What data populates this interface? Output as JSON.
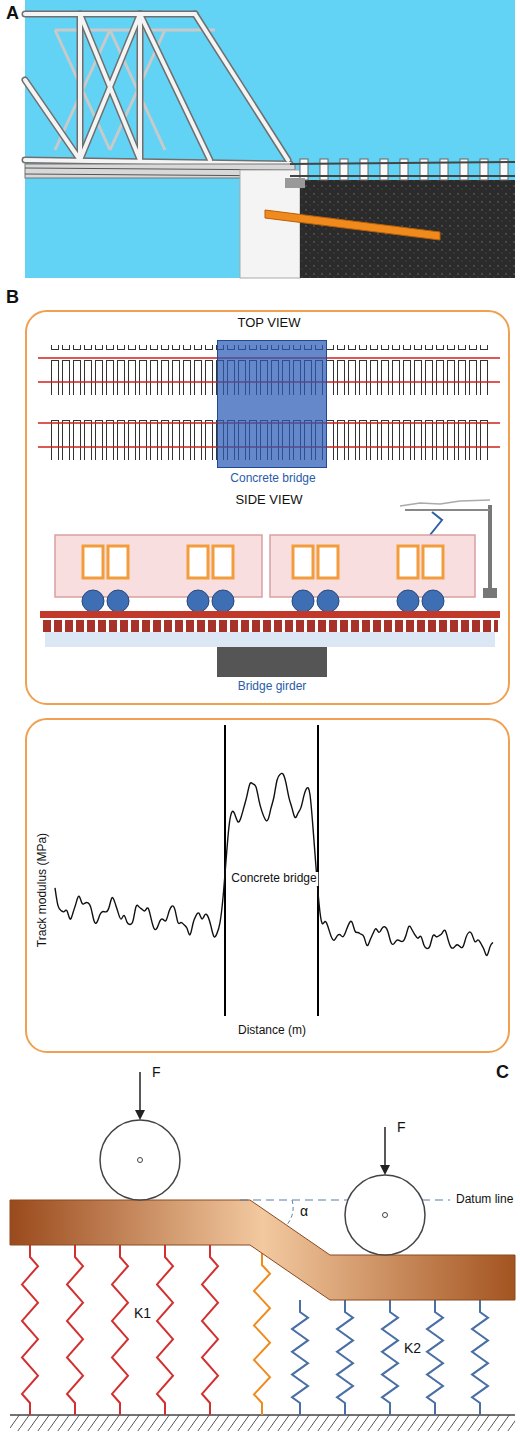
{
  "diagram": {
    "nodes": [
      {
        "text": [
          "TOP VIEW",
          "SIDE VIEW"
        ]
      },
      {
        "text": [
          "Concrete bridge"
        ],
        "in": 0
      },
      {
        "text": [
          "Bridge girder"
        ],
        "in": 0
      },
      {
        "text": [
          "Track modulus (MPa)",
          "Distance (m)",
          "Concrete bridge"
        ]
      }
    ],
    "labels": [
      "A",
      "B",
      "C",
      "F",
      "F",
      "α",
      "Datum line",
      "K1",
      "K2"
    ]
  }
}
